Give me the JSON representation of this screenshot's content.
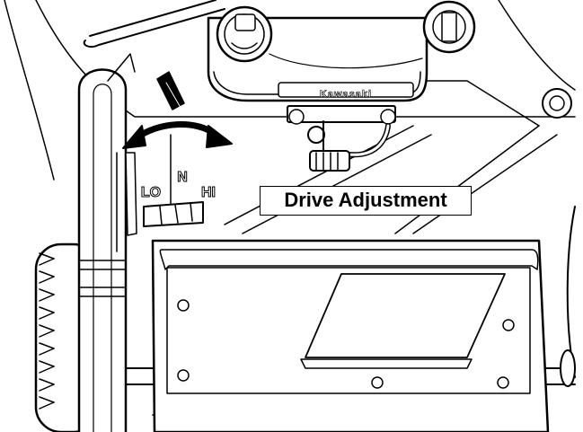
{
  "diagram": {
    "callout": "Drive Adjustment",
    "speed_labels": {
      "lo": "LO",
      "n": "N",
      "hi": "HI"
    },
    "engine_brand": "Kawasaki"
  },
  "colors": {
    "line": "#000000",
    "fill": "#ffffff"
  }
}
